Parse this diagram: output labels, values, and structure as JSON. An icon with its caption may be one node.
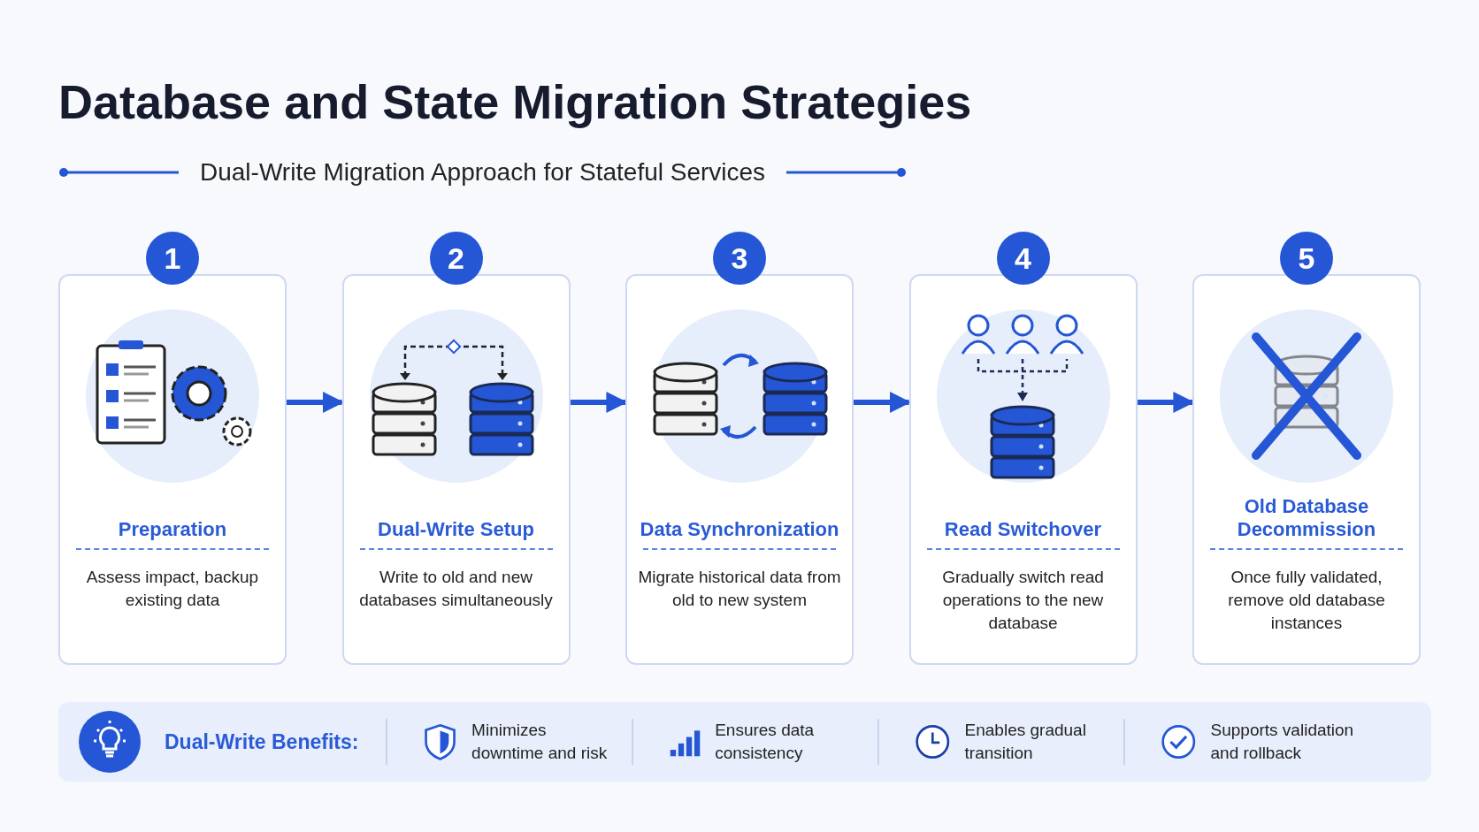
{
  "diagram": {
    "title": "Database and State Migration Strategies",
    "nodes": [
      {
        "text": [
          "Preparation",
          "Assess impact, backup existing data"
        ],
        "beside": [
          "1"
        ]
      },
      {
        "text": [
          "Dual-Write Setup",
          "Write to old and new databases simultaneously"
        ],
        "beside": [
          "2"
        ]
      },
      {
        "text": [
          "Data Synchronization",
          "Migrate historical data from old to new system"
        ],
        "beside": [
          "3"
        ]
      },
      {
        "text": [
          "Read Switchover",
          "Gradually switch read operations to the new database"
        ],
        "beside": [
          "4"
        ]
      },
      {
        "text": [
          "Old Database Decommission",
          "Once fully validated, remove old database instances"
        ],
        "beside": [
          "5"
        ]
      },
      {
        "text": [
          "Dual-Write Benefits:",
          "Minimizes downtime and risk",
          "Ensures data consistency",
          "Enables gradual transition",
          "Supports validation and rollback"
        ]
      }
    ],
    "edges": [
      {
        "from": 0,
        "to": 1,
        "arrow": "to"
      },
      {
        "from": 1,
        "to": 2,
        "arrow": "to"
      },
      {
        "from": 2,
        "to": 3,
        "arrow": "to"
      },
      {
        "from": 3,
        "to": 4,
        "arrow": "to"
      }
    ],
    "labels": [
      "Dual-Write Migration Approach for Stateful Services"
    ]
  }
}
